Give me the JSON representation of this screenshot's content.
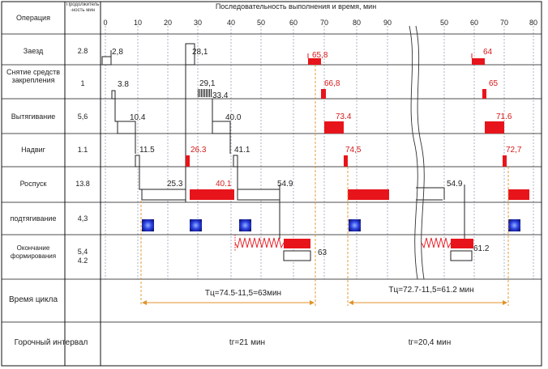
{
  "header": {
    "operation": "Операция",
    "duration": "Продолжитель-ность мин",
    "sequence": "Последовательность выполнения и время, мин"
  },
  "scale_left": [
    "0",
    "10",
    "20",
    "30",
    "40",
    "50",
    "60",
    "70",
    "80",
    "90"
  ],
  "scale_right": [
    "50",
    "60",
    "70",
    "80"
  ],
  "rows": [
    {
      "name": "Заезд",
      "value": "2.8"
    },
    {
      "name": "Снятие средств закрепления",
      "value": "1"
    },
    {
      "name": "Вытягивание",
      "value": "5,6"
    },
    {
      "name": "Надвиг",
      "value": "1.1"
    },
    {
      "name": "Роспуск",
      "value": "13.8"
    },
    {
      "name": "подтягивание",
      "value": "4,3"
    },
    {
      "name": "Окончание формирования",
      "value": "5,4\n4.2"
    }
  ],
  "cycle": {
    "label": "Время цикла",
    "formula_left": "Тц=74.5-11,5=63мин",
    "formula_right": "Тц=72.7-11,5=61.2 мин"
  },
  "interval": {
    "label": "Горочный интервал",
    "left": "tг=21 мин",
    "right": "tг=20,4 мин"
  },
  "annotations": {
    "zaezd": [
      "2,8",
      "28,1"
    ],
    "zaezd_red": [
      "65,8",
      "64"
    ],
    "snyatie": [
      "3.8",
      "29,1",
      "33.4"
    ],
    "snyatie_red": [
      "66,8",
      "65"
    ],
    "vytyag": [
      "10.4",
      "40.0"
    ],
    "vytyag_red": [
      "73.4",
      "71.6"
    ],
    "nadvig": [
      "11.5",
      "41.1"
    ],
    "nadvig_red": [
      "26.3",
      "74,5",
      "72,7"
    ],
    "rospusk": [
      "25.3",
      "54.9",
      "54.9"
    ],
    "rospusk_red": [
      "40.1"
    ],
    "okonch": [
      "63",
      "61.2"
    ]
  },
  "colors": {
    "red": "#e8141b",
    "blue": "#2530d8",
    "orange": "#e0922a",
    "grid": "#9aa0b8"
  }
}
